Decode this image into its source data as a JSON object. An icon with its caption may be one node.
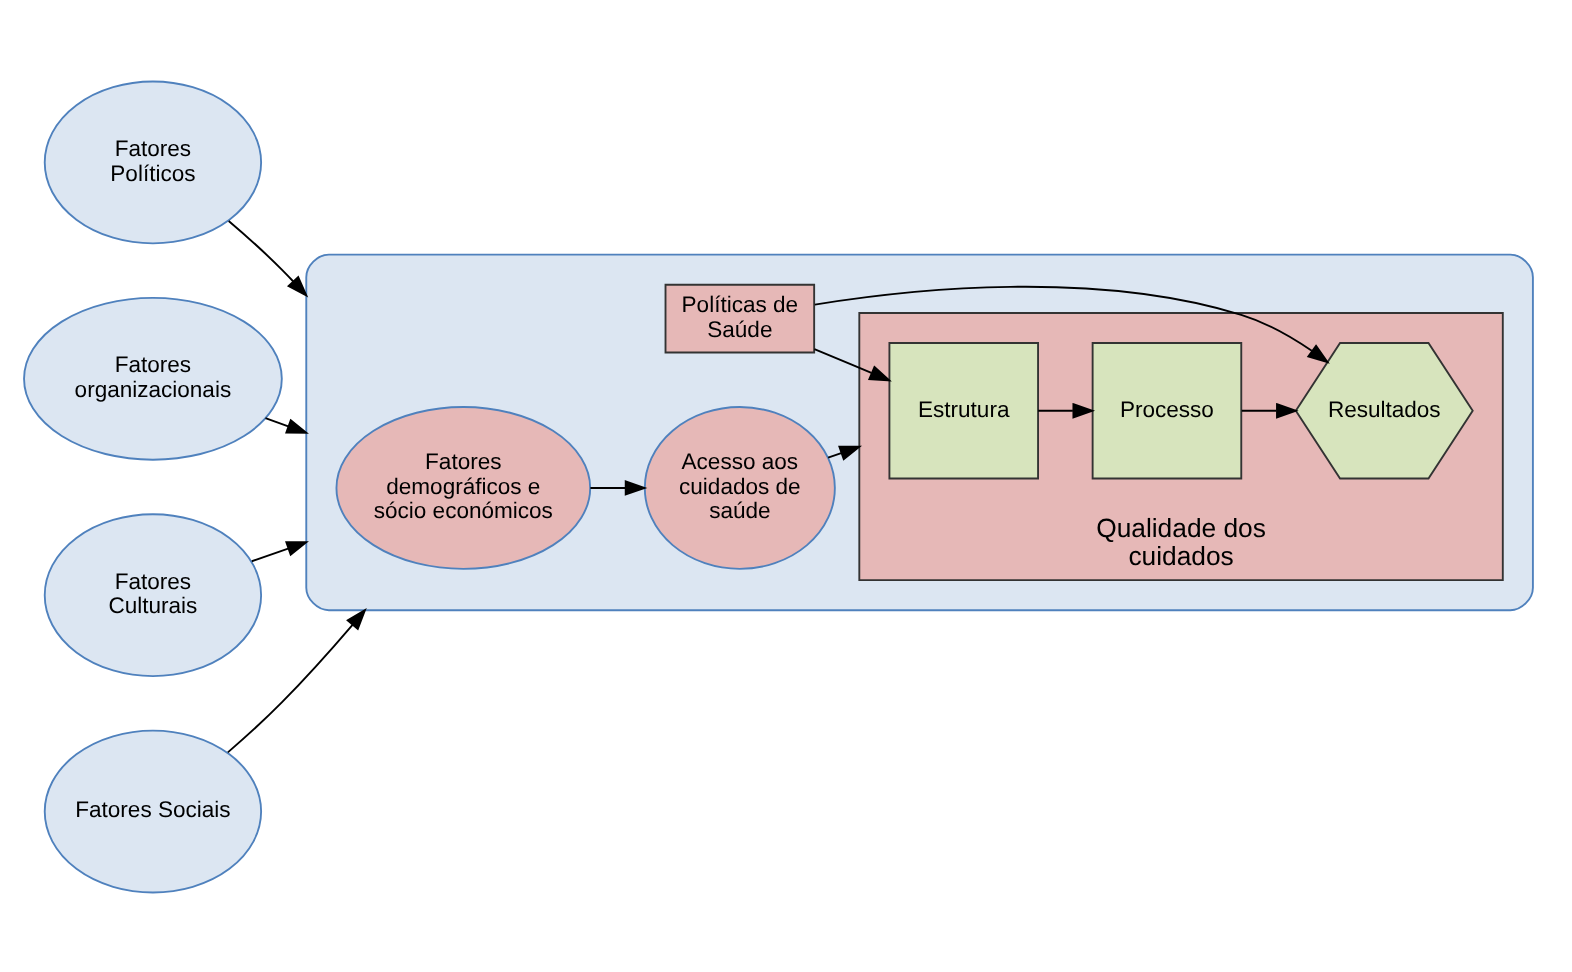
{
  "diagram": {
    "nodes": [
      {
        "text": [
          "Fatores Políticos"
        ]
      },
      {
        "text": [
          "Fatores organizacionais"
        ]
      },
      {
        "text": [],
        "shape": "ellipse"
      },
      {
        "text": [
          "Fatores demográficos e sócio económicos"
        ],
        "in": 2
      },
      {
        "text": [
          "Acesso aos cuidados de saúde"
        ],
        "in": 2
      },
      {
        "text": [
          "Políticas de Saúde"
        ],
        "in": 2
      },
      {
        "text": [
          "Qualidade dos cuidados"
        ],
        "in": 2
      },
      {
        "text": [
          "Estrutura"
        ],
        "in": 6
      },
      {
        "text": [
          "Processo"
        ],
        "in": 6
      },
      {
        "text": [
          "Resultados"
        ],
        "in": 6
      },
      {
        "text": [
          "Fatores Culturais"
        ]
      },
      {
        "text": [
          "Fatores Sociais"
        ]
      }
    ],
    "edges": [
      {
        "from": 0,
        "to": 2,
        "arrow": "to"
      },
      {
        "from": 1,
        "to": 2,
        "arrow": "to"
      },
      {
        "from": 10,
        "to": 2,
        "arrow": "to"
      },
      {
        "from": 11,
        "to": 2,
        "arrow": "to"
      },
      {
        "from": 3,
        "to": 4,
        "arrow": "to"
      },
      {
        "from": 4,
        "to": 6,
        "arrow": "to"
      },
      {
        "from": 5,
        "to": 7,
        "arrow": "to"
      },
      {
        "from": 5,
        "to": 9,
        "arrow": "to"
      },
      {
        "from": 7,
        "to": 8,
        "arrow": "to"
      },
      {
        "from": 8,
        "to": 9,
        "arrow": "to"
      }
    ]
  }
}
